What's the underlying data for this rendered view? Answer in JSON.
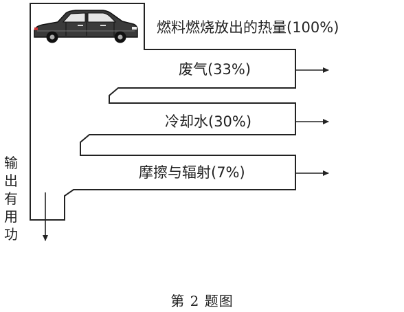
{
  "labels": {
    "total_heat": "燃料燃烧放出的热量(100%)",
    "exhaust": "废气(33%)",
    "cooling_water": "冷却水(30%)",
    "friction_radiation": "摩擦与辐射(7%)",
    "useful_work": "输出有用功"
  },
  "caption": "第 2 题图",
  "icons": {
    "car": "car-icon"
  },
  "colors": {
    "line": "#222222",
    "background": "#ffffff"
  }
}
